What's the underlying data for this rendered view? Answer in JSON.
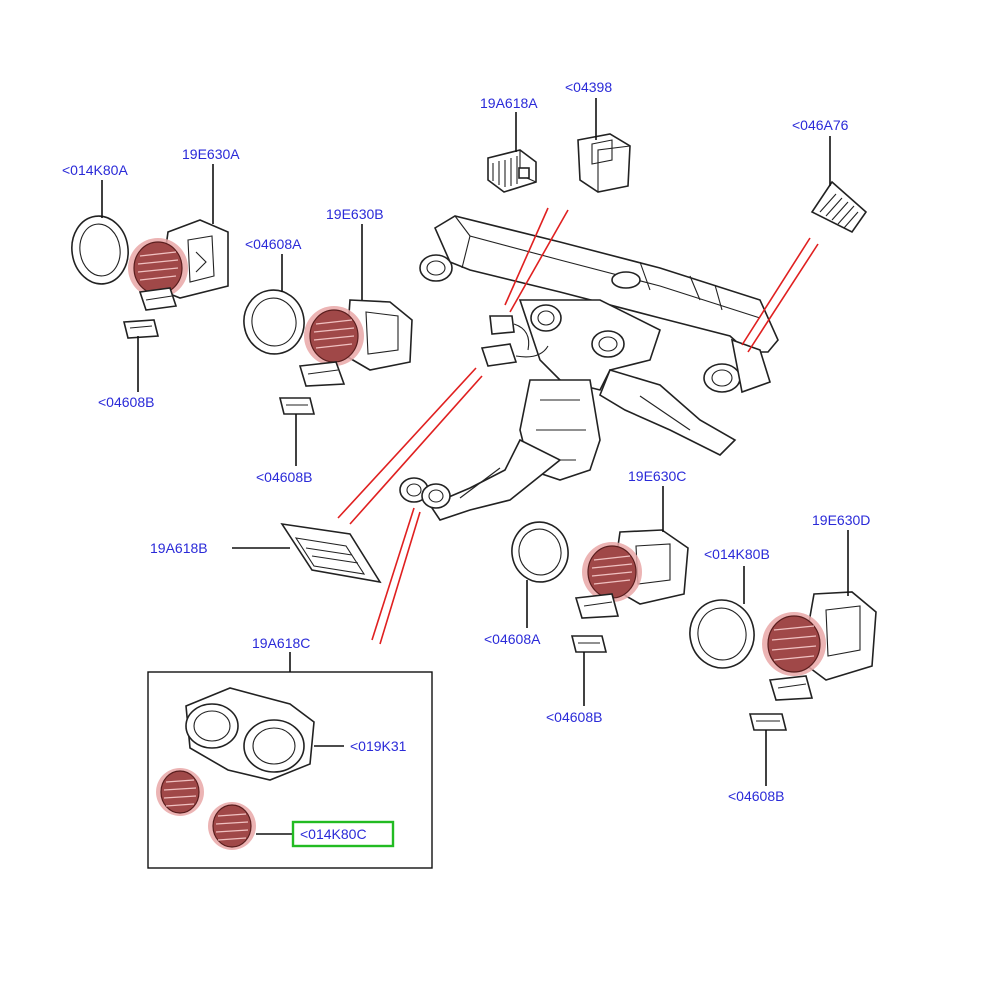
{
  "colors": {
    "label": "#2a2ad8",
    "callout": "#e02020",
    "highlight_box": "#22bb22",
    "grille": "#a04848"
  },
  "labels": {
    "l_014K80A": "<014K80A",
    "l_19E630A": "19E630A",
    "l_04608A_1": "<04608A",
    "l_19E630B": "19E630B",
    "l_04608B_1": "<04608B",
    "l_04608B_2": "<04608B",
    "l_19A618A": "19A618A",
    "l_04398": "<04398",
    "l_046A76": "<046A76",
    "l_19A618B": "19A618B",
    "l_19A618C": "19A618C",
    "l_019K31": "<019K31",
    "l_014K80C": "<014K80C",
    "l_19E630C": "19E630C",
    "l_04608A_2": "<04608A",
    "l_04608B_3": "<04608B",
    "l_014K80B": "<014K80B",
    "l_19E630D": "19E630D",
    "l_04608B_4": "<04608B"
  }
}
